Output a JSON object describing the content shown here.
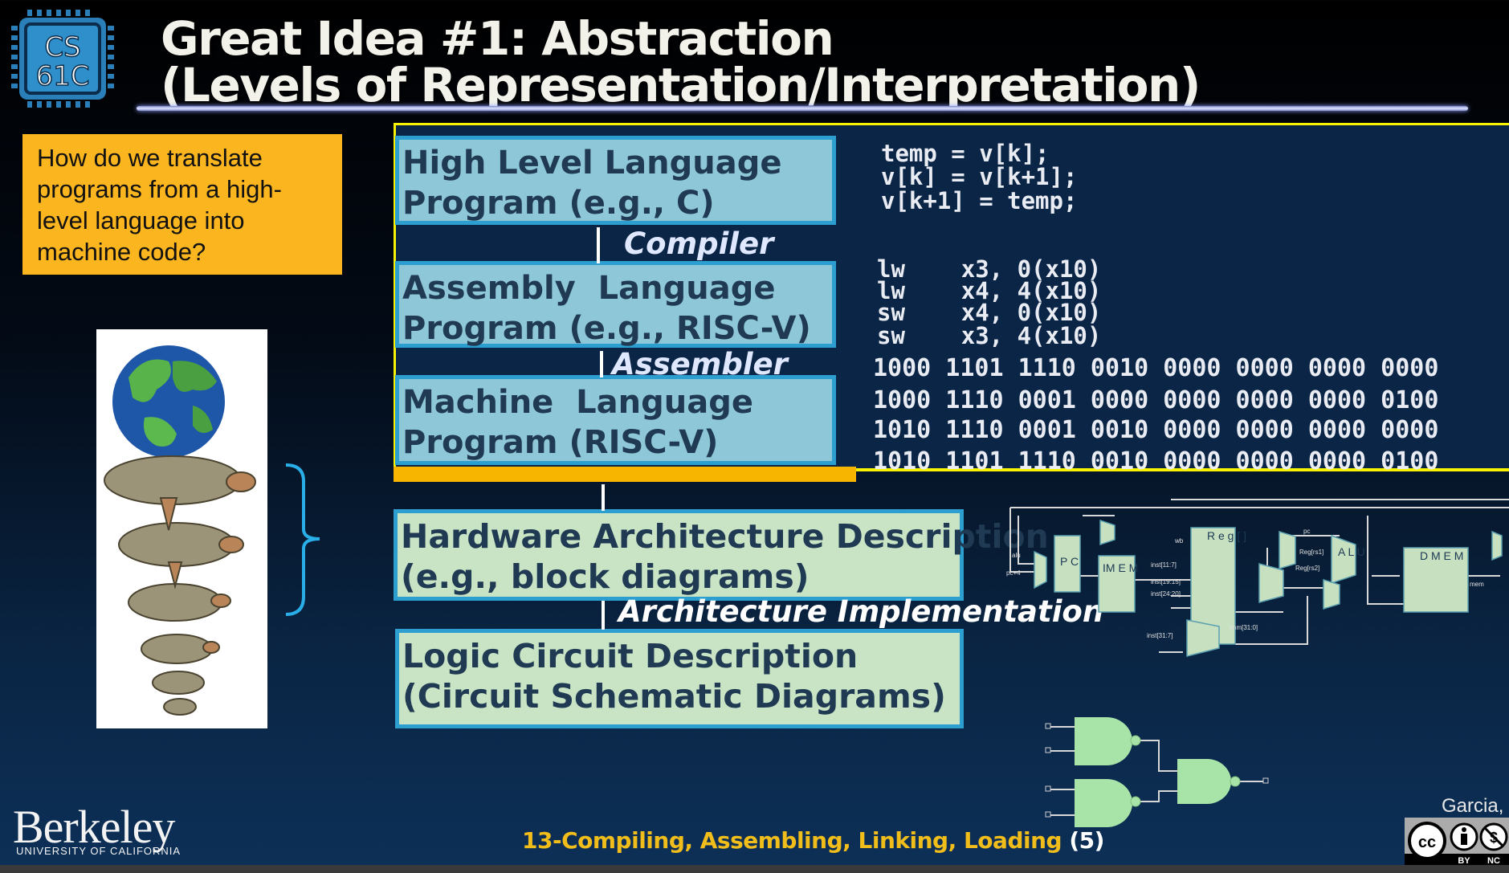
{
  "logo": {
    "line1": "CS",
    "line2": "61C",
    "color": "#2a7fb8"
  },
  "title": {
    "line1": "Great Idea #1: Abstraction",
    "line2": "(Levels of Representation/Interpretation)"
  },
  "question": "How do we translate programs from a high-level language into machine code?",
  "levels": {
    "hll": {
      "line1": "High Level Language",
      "line2": "Program (e.g., C)"
    },
    "asm": {
      "line1": "Assembly  Language",
      "line2": "Program (e.g., RISC-V)"
    },
    "ml": {
      "line1": "Machine  Language",
      "line2": "Program (RISC-V)"
    },
    "arch": {
      "line1": "Hardware Architecture Description",
      "line2": "(e.g., block diagrams)"
    },
    "logic": {
      "line1": "Logic Circuit Description",
      "line2": "(Circuit Schematic Diagrams)"
    }
  },
  "steps": {
    "compiler": "Compiler",
    "assembler": "Assembler",
    "arch_impl": "Architecture Implementation"
  },
  "c_code": [
    "temp = v[k];",
    "v[k] = v[k+1];",
    "v[k+1] = temp;"
  ],
  "asm_code": [
    "lw    x3, 0(x10)",
    "lw    x4, 4(x10)",
    "sw    x4, 0(x10)",
    "sw    x3, 4(x10)"
  ],
  "machine_code": [
    "1000 1101 1110 0010 0000 0000 0000 0000",
    "1000 1110 0001 0000 0000 0000 0000 0100",
    "1010 1110 0001 0010 0000 0000 0000 0000",
    "1010 1101 1110 0010 0000 0000 0000 0100"
  ],
  "datapath_labels": {
    "pc": "P C",
    "imem": "IM E M",
    "reg": "R e g [ ]",
    "alu": "A L U",
    "dmem": "D M E M",
    "imm": "imm[31:0]",
    "inst1": "inst[11:7]",
    "inst2": "inst[19:15]",
    "inst3": "inst[24:20]",
    "inst4": "inst[31:7]",
    "rs1": "Reg[rs1]",
    "rs2": "Reg[rs2]",
    "pc4": "pc+4",
    "alu_l": "alu",
    "mem": "mem",
    "pc_l": "pc",
    "wb": "wb"
  },
  "footer": {
    "university": "Berkeley",
    "university_sub": "UNIVERSITY OF CALIFORNIA",
    "lecture": "13-Compiling, Assembling, Linking, Loading",
    "page": "(5)",
    "author": "Garcia, Y",
    "cc_by": "BY",
    "cc_nc": "NC"
  },
  "colors": {
    "question_bg": "#fbb51f",
    "hll_box": "#8ec7d8",
    "hw_box": "#c8e4c4",
    "box_border": "#2c9fd0",
    "yellow_frame": "#f7f200",
    "footer_text": "#f0bd1a"
  }
}
